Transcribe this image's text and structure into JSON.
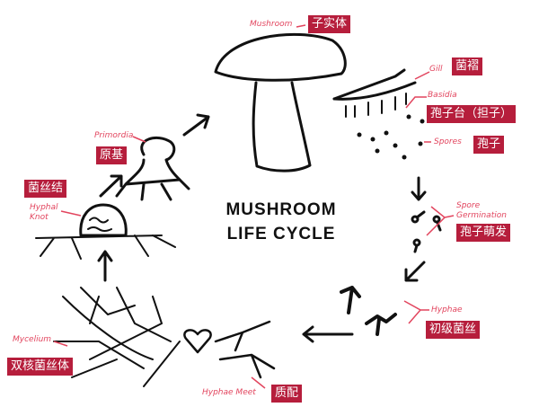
{
  "title": {
    "line1": "MUSHROOM",
    "line2": "LIFE CYCLE"
  },
  "stages": {
    "mushroom": {
      "en": "Mushroom",
      "zh": "子实体"
    },
    "gill": {
      "en": "Gill",
      "zh": "菌褶"
    },
    "basidia": {
      "en": "Basidia",
      "zh": "孢子台（担子）"
    },
    "spores": {
      "en": "Spores",
      "zh": "孢子"
    },
    "germination": {
      "en": "Spore Germination",
      "zh": "孢子萌发"
    },
    "hyphae": {
      "en": "Hyphae",
      "zh": "初级菌丝"
    },
    "hyphae_meet": {
      "en": "Hyphae Meet",
      "zh": "质配"
    },
    "mycelium": {
      "en": "Mycelium",
      "zh": "双核菌丝体"
    },
    "hyphal_knot": {
      "en": "Hyphal Knot",
      "zh": "菌丝结"
    },
    "primordia": {
      "en": "Primordia",
      "zh": "原基"
    }
  },
  "colors": {
    "label_box": "#b61e3c",
    "label_text": "#e2455e",
    "ink": "#111111"
  }
}
